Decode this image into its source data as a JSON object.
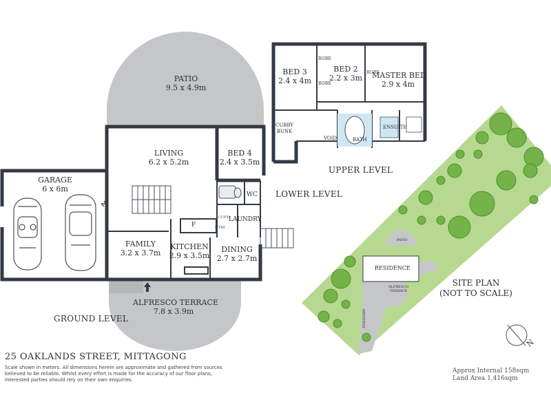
{
  "colors": {
    "wall": "#333a44",
    "outdoor": "#c4c6c8",
    "grass": "#b7d890",
    "tree": "#74b348",
    "tree_dark": "#4f8f2e"
  },
  "ground": {
    "level_label": "GROUND LEVEL",
    "patio": {
      "name": "PATIO",
      "size": "9.5 x 4.9m"
    },
    "garage": {
      "name": "GARAGE",
      "size": "6 x 6m"
    },
    "living": {
      "name": "LIVING",
      "size": "6.2 x 5.2m"
    },
    "bed4": {
      "name": "BED 4",
      "size": "2.4 x 3.5m"
    },
    "wc": "WC",
    "cupd": "CUP'D",
    "laundry": "LAUNDRY",
    "fridge": "F",
    "pantry": "P'TRY",
    "family": {
      "name": "FAMILY",
      "size": "3.2 x 3.7m"
    },
    "kitchen": {
      "name": "KITCHEN",
      "size": "2.9 x 3.5m"
    },
    "dining": {
      "name": "DINING",
      "size": "2.7 x 2.7m"
    },
    "alfresco": {
      "name": "ALFRESCO TERRACE",
      "size": "7.8 x 3.9m"
    }
  },
  "lower_level_label": "LOWER LEVEL",
  "upper": {
    "level_label": "UPPER LEVEL",
    "bed3": {
      "name": "BED 3",
      "size": "2.4 x 4m"
    },
    "bed2": {
      "name": "BED 2",
      "size": "2.2 x 3m"
    },
    "master": {
      "name": "MASTER BED",
      "size": "2.9 x 4m"
    },
    "robe1": "ROBE",
    "robe2": "ROBE",
    "robe3": "ROBE",
    "cubby": "CUBBY\nBUNK",
    "void": "VOID",
    "bath": "BATH",
    "ensuite": "ENSUITE"
  },
  "site": {
    "title": "SITE PLAN\n(NOT TO SCALE)",
    "residence": "RESIDENCE",
    "patio": "PATIO",
    "alfresco": "ALFRESCO\nTERRACE",
    "driveway": "DRIVEWAY",
    "north": "N"
  },
  "address": "25 OAKLANDS STREET, MITTAGONG",
  "disclaimer": "Scale shown in meters. All dimensions herein are approximate and gathered from sources believed to be reliable. Whilst every effort is made for the accuracy of our floor plans, interested parties should rely on their own enquiries.",
  "area": {
    "internal": "Approx Internal 158sqm",
    "land": "Land Area 1,416sqm"
  }
}
